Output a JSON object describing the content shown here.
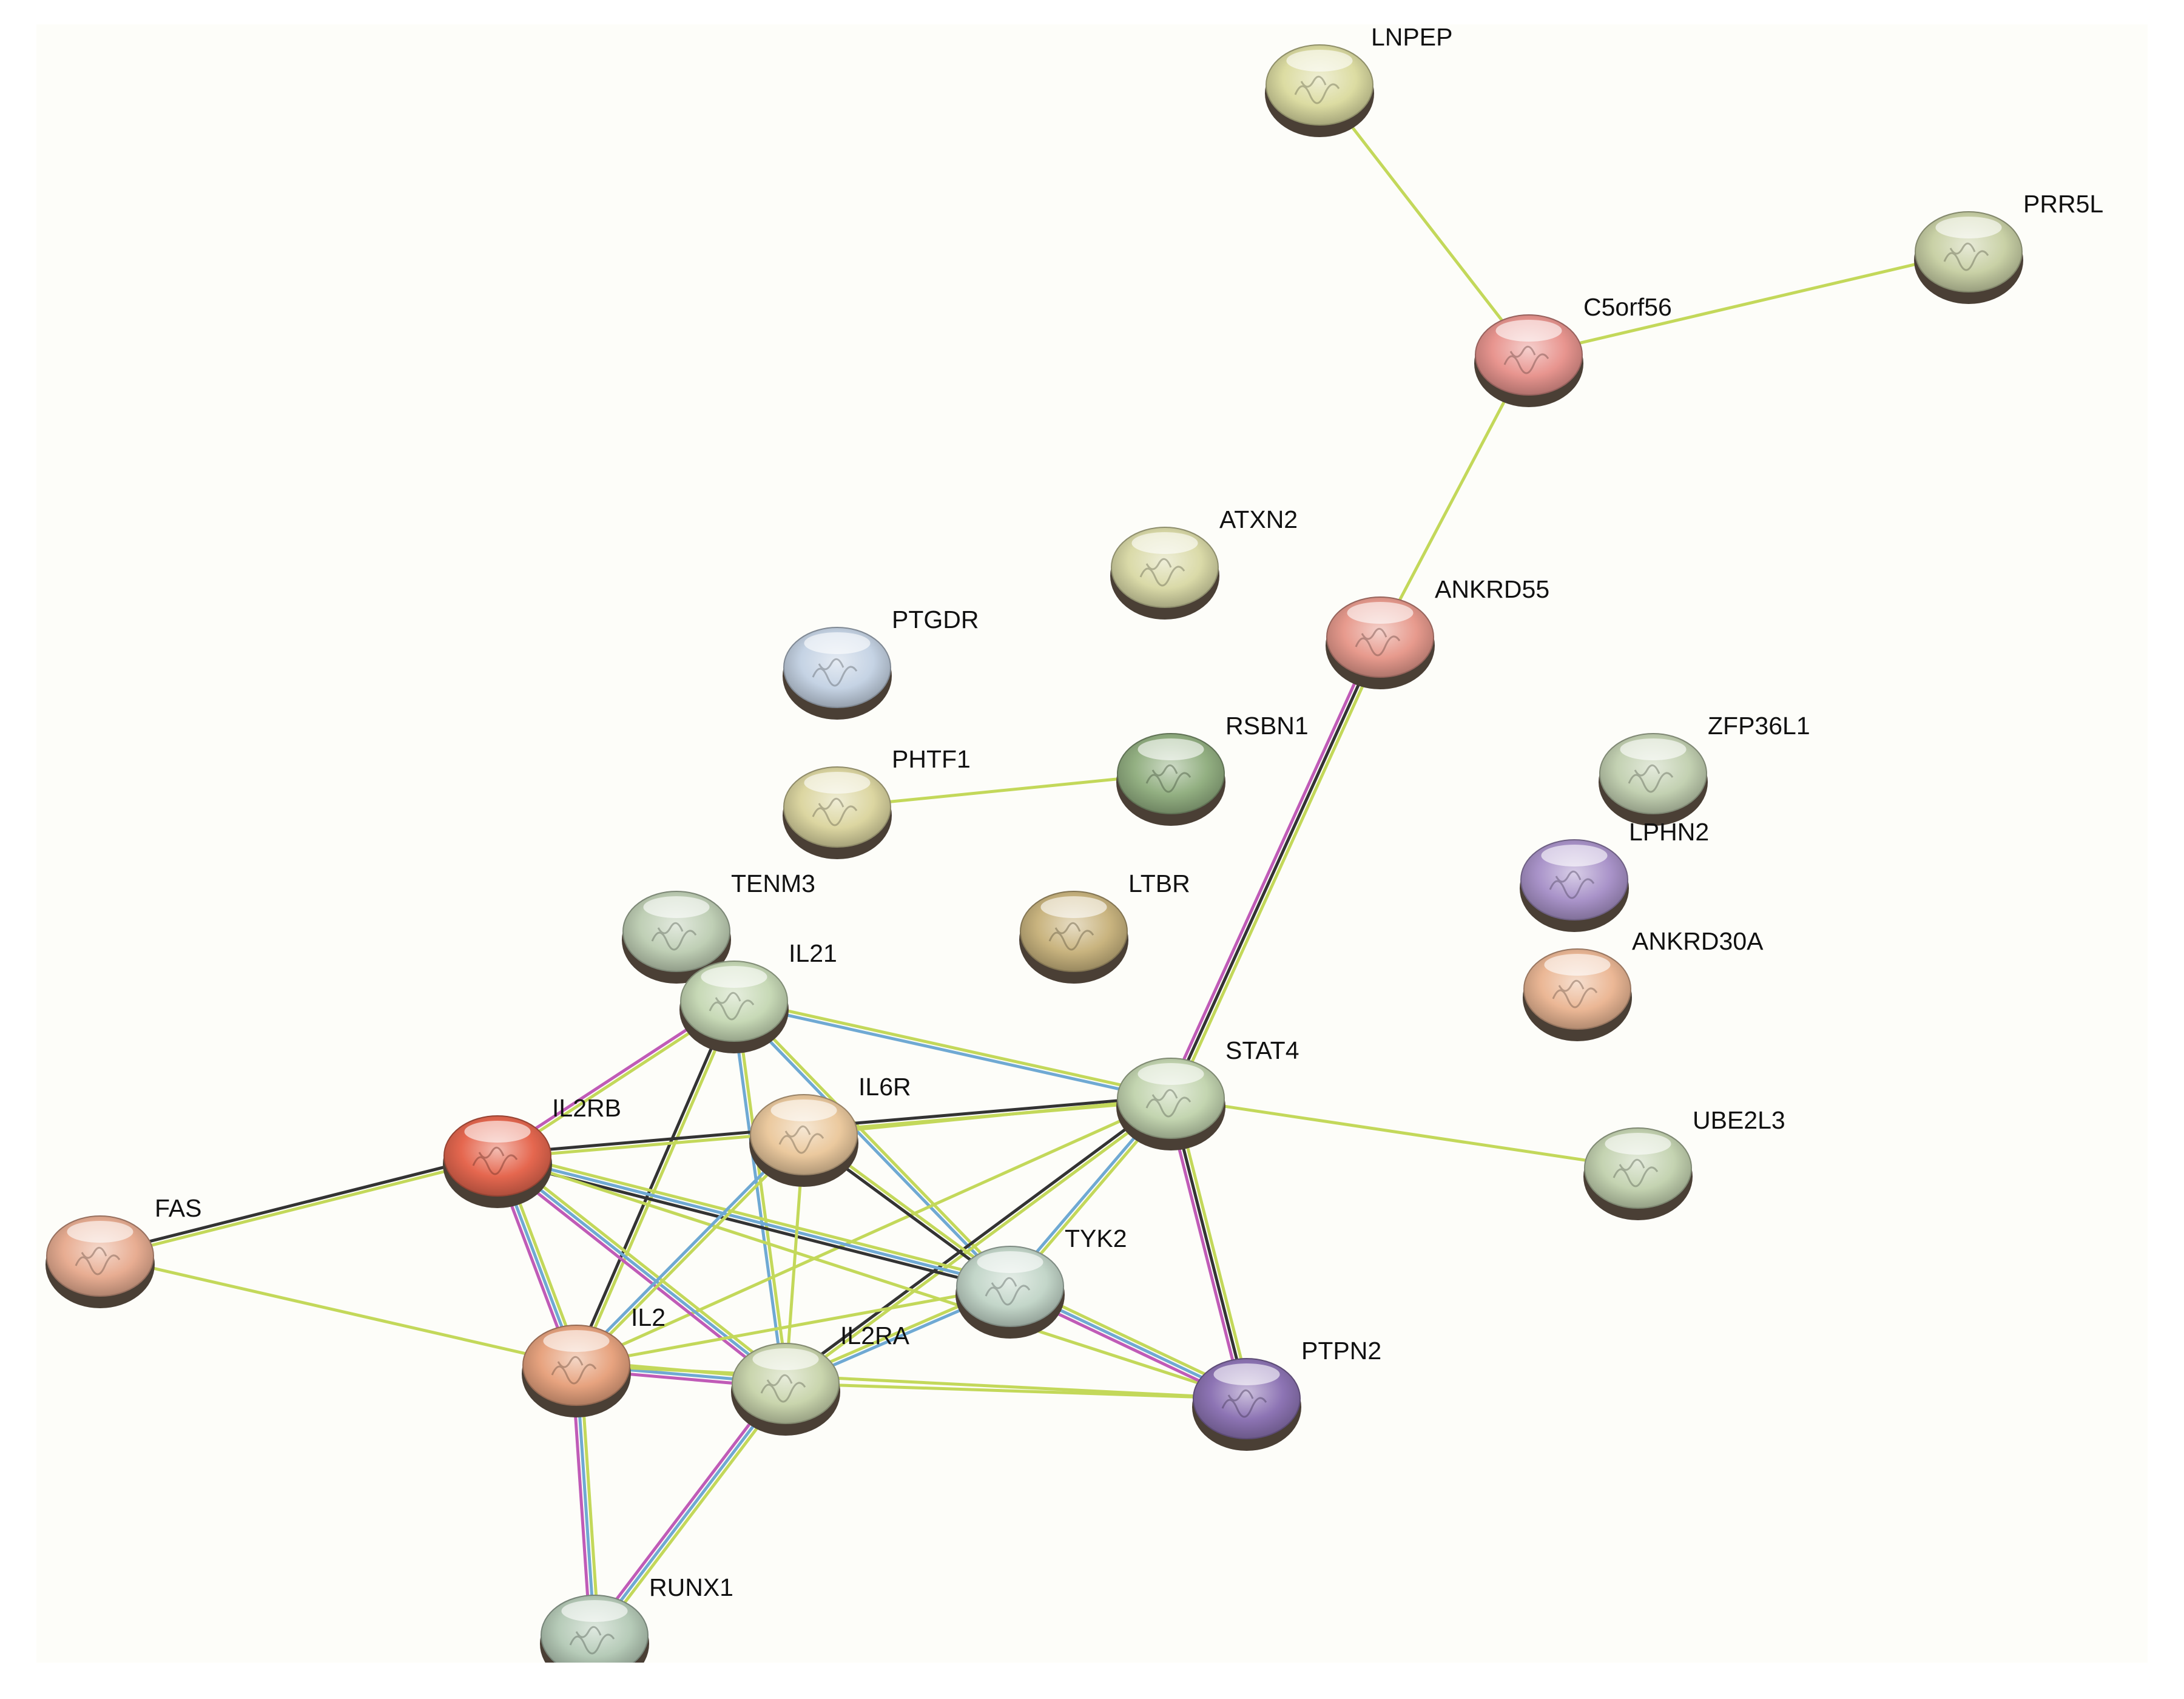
{
  "nodes": [
    {
      "id": "LNPEP",
      "color": "#dcdca2"
    },
    {
      "id": "PRR5L",
      "color": "#c9d1a6"
    },
    {
      "id": "C5orf56",
      "color": "#e8958f"
    },
    {
      "id": "ATXN2",
      "color": "#dadaa8"
    },
    {
      "id": "ANKRD55",
      "color": "#e79a8d"
    },
    {
      "id": "PTGDR",
      "color": "#c5d3e4"
    },
    {
      "id": "RSBN1",
      "color": "#93b082"
    },
    {
      "id": "ZFP36L1",
      "color": "#c3d1b2"
    },
    {
      "id": "PHTF1",
      "color": "#dcd6a1"
    },
    {
      "id": "LPHN2",
      "color": "#a993c9"
    },
    {
      "id": "TENM3",
      "color": "#bfcfb5"
    },
    {
      "id": "LTBR",
      "color": "#c9b47f"
    },
    {
      "id": "ANKRD30A",
      "color": "#ebb795"
    },
    {
      "id": "IL21",
      "color": "#c7d9b6"
    },
    {
      "id": "STAT4",
      "color": "#c3d5b0"
    },
    {
      "id": "UBE2L3",
      "color": "#c4d3b1"
    },
    {
      "id": "IL6R",
      "color": "#ebc99e"
    },
    {
      "id": "IL2RB",
      "color": "#e5674f"
    },
    {
      "id": "FAS",
      "color": "#e8ad92"
    },
    {
      "id": "TYK2",
      "color": "#c3d6c9"
    },
    {
      "id": "IL2",
      "color": "#e7a37f"
    },
    {
      "id": "IL2RA",
      "color": "#c9d5ad"
    },
    {
      "id": "PTPN2",
      "color": "#8d74b4"
    },
    {
      "id": "RUNX1",
      "color": "#b6cbb8"
    }
  ],
  "edges": [
    {
      "source": "LNPEP",
      "target": "C5orf56",
      "evidence": [
        "textmining"
      ]
    },
    {
      "source": "PRR5L",
      "target": "C5orf56",
      "evidence": [
        "textmining"
      ]
    },
    {
      "source": "C5orf56",
      "target": "ANKRD55",
      "evidence": [
        "textmining"
      ]
    },
    {
      "source": "PHTF1",
      "target": "RSBN1",
      "evidence": [
        "textmining"
      ]
    },
    {
      "source": "ANKRD55",
      "target": "STAT4",
      "evidence": [
        "textmining",
        "coexpression",
        "experimental"
      ]
    },
    {
      "source": "STAT4",
      "target": "UBE2L3",
      "evidence": [
        "textmining"
      ]
    },
    {
      "source": "IL21",
      "target": "STAT4",
      "evidence": [
        "textmining",
        "database"
      ]
    },
    {
      "source": "IL21",
      "target": "IL2RB",
      "evidence": [
        "textmining",
        "experimental"
      ]
    },
    {
      "source": "IL21",
      "target": "IL2",
      "evidence": [
        "textmining",
        "coexpression"
      ]
    },
    {
      "source": "IL21",
      "target": "IL2RA",
      "evidence": [
        "textmining",
        "database"
      ]
    },
    {
      "source": "IL21",
      "target": "TYK2",
      "evidence": [
        "textmining",
        "database"
      ]
    },
    {
      "source": "STAT4",
      "target": "IL2RB",
      "evidence": [
        "textmining",
        "coexpression"
      ]
    },
    {
      "source": "STAT4",
      "target": "IL6R",
      "evidence": [
        "textmining"
      ]
    },
    {
      "source": "STAT4",
      "target": "IL2",
      "evidence": [
        "textmining"
      ]
    },
    {
      "source": "STAT4",
      "target": "IL2RA",
      "evidence": [
        "textmining",
        "coexpression"
      ]
    },
    {
      "source": "STAT4",
      "target": "TYK2",
      "evidence": [
        "textmining",
        "database"
      ]
    },
    {
      "source": "STAT4",
      "target": "PTPN2",
      "evidence": [
        "textmining",
        "coexpression",
        "experimental"
      ]
    },
    {
      "source": "IL2RB",
      "target": "FAS",
      "evidence": [
        "textmining",
        "coexpression"
      ]
    },
    {
      "source": "IL2RB",
      "target": "IL2",
      "evidence": [
        "textmining",
        "database",
        "experimental"
      ]
    },
    {
      "source": "IL2RB",
      "target": "IL2RA",
      "evidence": [
        "textmining",
        "database",
        "experimental"
      ]
    },
    {
      "source": "IL2RB",
      "target": "TYK2",
      "evidence": [
        "textmining",
        "database",
        "coexpression"
      ]
    },
    {
      "source": "IL2RB",
      "target": "PTPN2",
      "evidence": [
        "textmining"
      ]
    },
    {
      "source": "IL6R",
      "target": "IL2",
      "evidence": [
        "textmining",
        "database"
      ]
    },
    {
      "source": "IL6R",
      "target": "IL2RA",
      "evidence": [
        "textmining"
      ]
    },
    {
      "source": "IL6R",
      "target": "TYK2",
      "evidence": [
        "textmining",
        "coexpression"
      ]
    },
    {
      "source": "FAS",
      "target": "IL2",
      "evidence": [
        "textmining"
      ]
    },
    {
      "source": "IL2",
      "target": "IL2RA",
      "evidence": [
        "textmining",
        "database",
        "experimental"
      ]
    },
    {
      "source": "IL2",
      "target": "TYK2",
      "evidence": [
        "textmining"
      ]
    },
    {
      "source": "IL2",
      "target": "PTPN2",
      "evidence": [
        "textmining"
      ]
    },
    {
      "source": "IL2",
      "target": "RUNX1",
      "evidence": [
        "textmining",
        "database",
        "experimental"
      ]
    },
    {
      "source": "IL2RA",
      "target": "TYK2",
      "evidence": [
        "textmining",
        "database"
      ]
    },
    {
      "source": "IL2RA",
      "target": "PTPN2",
      "evidence": [
        "textmining"
      ]
    },
    {
      "source": "IL2RA",
      "target": "RUNX1",
      "evidence": [
        "textmining",
        "database",
        "experimental"
      ]
    },
    {
      "source": "TYK2",
      "target": "PTPN2",
      "evidence": [
        "textmining",
        "database",
        "experimental"
      ]
    }
  ],
  "evidence_colors": {
    "textmining": "#c3d85a",
    "database": "#6fa9d3",
    "coexpression": "#333333",
    "experimental": "#c05bb7"
  }
}
